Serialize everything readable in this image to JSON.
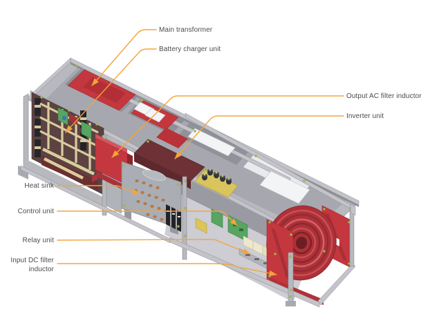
{
  "figure": {
    "type": "technical-cutaway-illustration",
    "background_color": "#ffffff",
    "leader_line_color": "#f2a53d",
    "label_text_color": "#4b4b4b",
    "component_red": "#c5373e",
    "frame_gray": "#b8b8bf",
    "pcb_green": "#57a560"
  },
  "callouts": {
    "main_transformer": "Main transformer",
    "battery_charger": "Battery charger unit",
    "output_ac_filter": "Output AC filter inductor",
    "inverter": "Inverter unit",
    "heat_sink": "Heat sink",
    "control_unit": "Control unit",
    "relay_unit": "Relay unit",
    "input_dc_filter_line1": "Input DC filter",
    "input_dc_filter_line2": "inductor"
  }
}
